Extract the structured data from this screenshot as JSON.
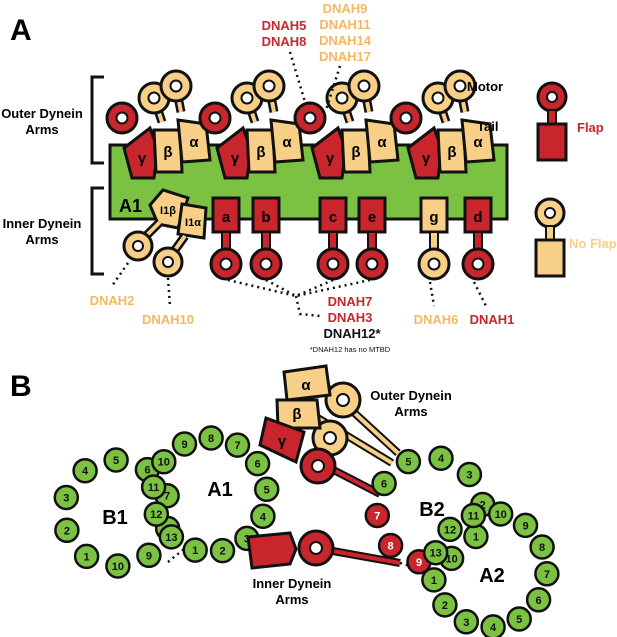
{
  "colors": {
    "flap": "#c8262c",
    "no_flap": "#f8cf86",
    "green": "#7bc242",
    "outline": "#111111"
  },
  "panel_a": {
    "letter": "A",
    "outer_dynein_arms": [
      "Outer Dynein",
      "Arms"
    ],
    "inner_dynein_arms": [
      "Inner Dynein",
      "Arms"
    ],
    "motor": "Motor",
    "tail": "Tail",
    "a1": "A1",
    "legend": {
      "flap": "Flap",
      "no_flap": "No Flap"
    },
    "odas": [
      {
        "gamma": "γ",
        "beta": "β",
        "alpha": "α"
      },
      {
        "gamma": "γ",
        "beta": "β",
        "alpha": "α"
      },
      {
        "gamma": "γ",
        "beta": "β",
        "alpha": "α"
      },
      {
        "gamma": "γ",
        "beta": "β",
        "alpha": "α"
      }
    ],
    "idas": {
      "i1b": "I1β",
      "i1a": "I1α",
      "a": "a",
      "b": "b",
      "c": "c",
      "e": "e",
      "g": "g",
      "d": "d"
    },
    "genes": {
      "dnah5": "DNAH5",
      "dnah8": "DNAH8",
      "dnah9": "DNAH9",
      "dnah11": "DNAH11",
      "dnah14": "DNAH14",
      "dnah17": "DNAH17",
      "dnah2": "DNAH2",
      "dnah10": "DNAH10",
      "dnah7": "DNAH7",
      "dnah3": "DNAH3",
      "dnah12": "DNAH12*",
      "dnah6": "DNAH6",
      "dnah1": "DNAH1"
    },
    "footnote": "*DNAH12 has no MTBD"
  },
  "panel_b": {
    "letter": "B",
    "b1": "B1",
    "a1": "A1",
    "b2": "B2",
    "a2": "A2",
    "outer_dynein_arms": [
      "Outer Dynein",
      "Arms"
    ],
    "inner_dynein_arms": [
      "Inner Dynein",
      "Arms"
    ],
    "alpha": "α",
    "beta": "β",
    "gamma": "γ",
    "ring_a1": [
      "1",
      "2",
      "3",
      "4",
      "5",
      "6",
      "7",
      "8",
      "9",
      "10",
      "11",
      "12",
      "13"
    ],
    "ring_b1": [
      "1",
      "2",
      "3",
      "4",
      "5",
      "6",
      "7",
      "8",
      "9",
      "10"
    ],
    "ring_b2": [
      "1",
      "2",
      "3",
      "4",
      "5",
      "6",
      "7",
      "8",
      "9",
      "10"
    ],
    "ring_a2": [
      "1",
      "2",
      "3",
      "4",
      "5",
      "6",
      "7",
      "8",
      "9",
      "10",
      "11",
      "12",
      "13"
    ]
  }
}
